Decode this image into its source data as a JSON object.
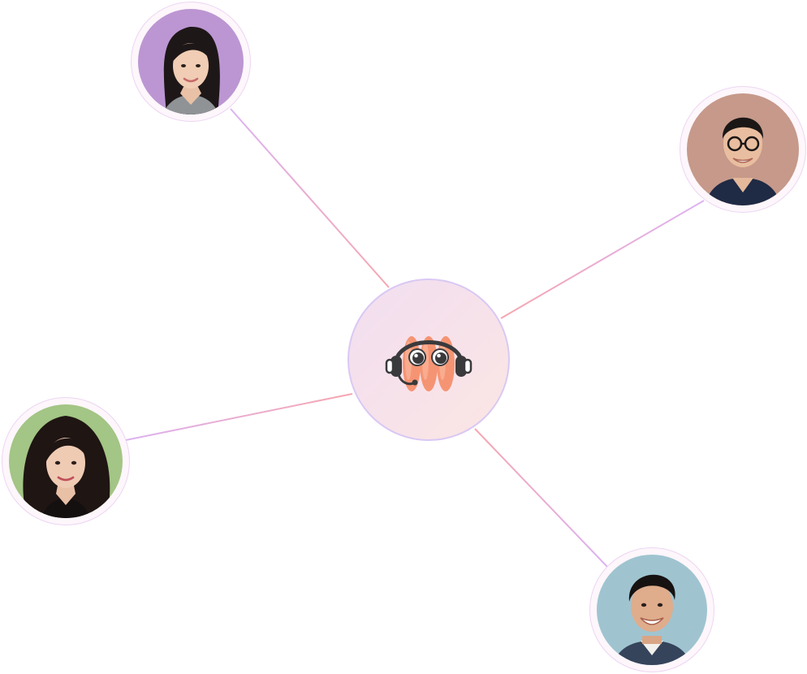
{
  "hub": {
    "icon": "headset-mascot-icon",
    "colors": {
      "ring": "#d9c8f4",
      "fill_start": "#f1def0",
      "fill_end": "#fbe6e2",
      "wave": "#f58a63",
      "headset": "#3a3a3c"
    }
  },
  "connectors": {
    "color_purple": "#dfb2f0",
    "color_pink": "#f6a7b6"
  },
  "avatars": [
    {
      "icon": "woman-avatar-purple-bg",
      "background": "#bc96d2"
    },
    {
      "icon": "man-avatar-glasses",
      "background": "#c6998a"
    },
    {
      "icon": "woman-avatar-green-bg",
      "background": "#a3c585"
    },
    {
      "icon": "man-avatar-blue-bg",
      "background": "#9fc4d0"
    }
  ]
}
